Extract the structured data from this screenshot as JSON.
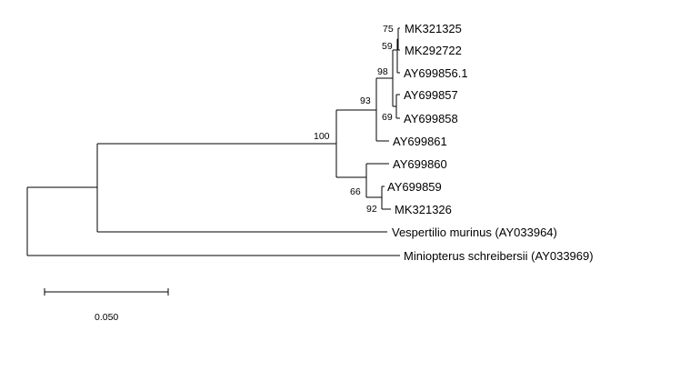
{
  "taxa": [
    "MK321325",
    "MK292722",
    "AY699856.1",
    "AY699857",
    "AY699858",
    "AY699861",
    "AY699860",
    "AY699859",
    "MK321326",
    "Vespertilio murinus (AY033964)",
    "Miniopterus schreibersii (AY033969)"
  ],
  "support_values": [
    "75",
    "59",
    "98",
    "93",
    "69",
    "100",
    "66",
    "92"
  ],
  "scale_bar": {
    "label": "0.050",
    "length": 0.05
  }
}
